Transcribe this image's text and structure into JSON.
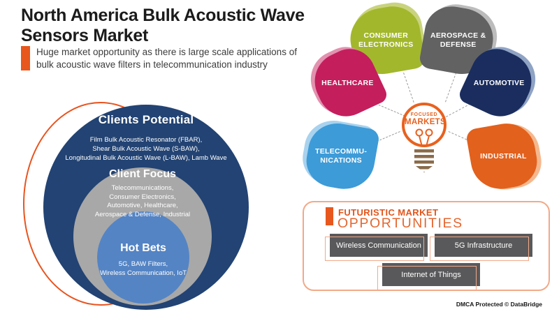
{
  "header": {
    "title_line1": "North America Bulk Acoustic Wave",
    "title_line2": "Sensors Market",
    "subtitle_line1": "Huge market opportunity as there is large scale applications of",
    "subtitle_line2": "bulk acoustic wave filters in telecommunication industry"
  },
  "venn": {
    "outer": {
      "title": "Clients Potential",
      "lines": [
        "Film Bulk Acoustic Resonator (FBAR),",
        "Shear Bulk Acoustic Wave (S-BAW),",
        "Longitudinal Bulk Acoustic Wave (L-BAW), Lamb Wave"
      ]
    },
    "middle": {
      "title": "Client Focus",
      "lines": [
        "Telecommunications,",
        "Consumer Electronics,",
        "Automotive, Healthcare,",
        "Aerospace & Defense, Industrial"
      ]
    },
    "inner": {
      "title": "Hot Bets",
      "lines": [
        "5G, BAW Filters,",
        "Wireless Communication, IoT"
      ]
    }
  },
  "focused_markets": {
    "center_line1": "FOCUSED",
    "center_line2": "MARKETS",
    "petals": [
      {
        "label": "CONSUMER\nELECTRONICS",
        "color": "#a3b72c"
      },
      {
        "label": "AEROSPACE &\nDEFENSE",
        "color": "#626262"
      },
      {
        "label": "HEALTHCARE",
        "color": "#c41e5d"
      },
      {
        "label": "AUTOMOTIVE",
        "color": "#1a2d5e"
      },
      {
        "label": "TELECOMMU-\nNICATIONS",
        "color": "#3d9bd8"
      },
      {
        "label": "INDUSTRIAL",
        "color": "#e2611d"
      }
    ]
  },
  "opportunities": {
    "title_line1": "FUTURISTIC MARKET",
    "title_line2": "OPPORTUNITIES",
    "items": [
      "Wireless Communication",
      "5G Infrastructure",
      "Internet of Things"
    ]
  },
  "footer": {
    "dmca": "DMCA Protected © DataBridge"
  },
  "colors": {
    "accent_orange": "#e8571d",
    "venn_outer_navy": "#224373",
    "venn_middle_gray": "#a8a8a8",
    "venn_inner_blue": "#5484c4",
    "ellipse_outline": "#e8541f",
    "bulb_outline": "#e8611f",
    "bulb_base_brown": "#8a6b4b",
    "chip_gray": "#59595b",
    "box_border_salmon": "#f2a988"
  }
}
